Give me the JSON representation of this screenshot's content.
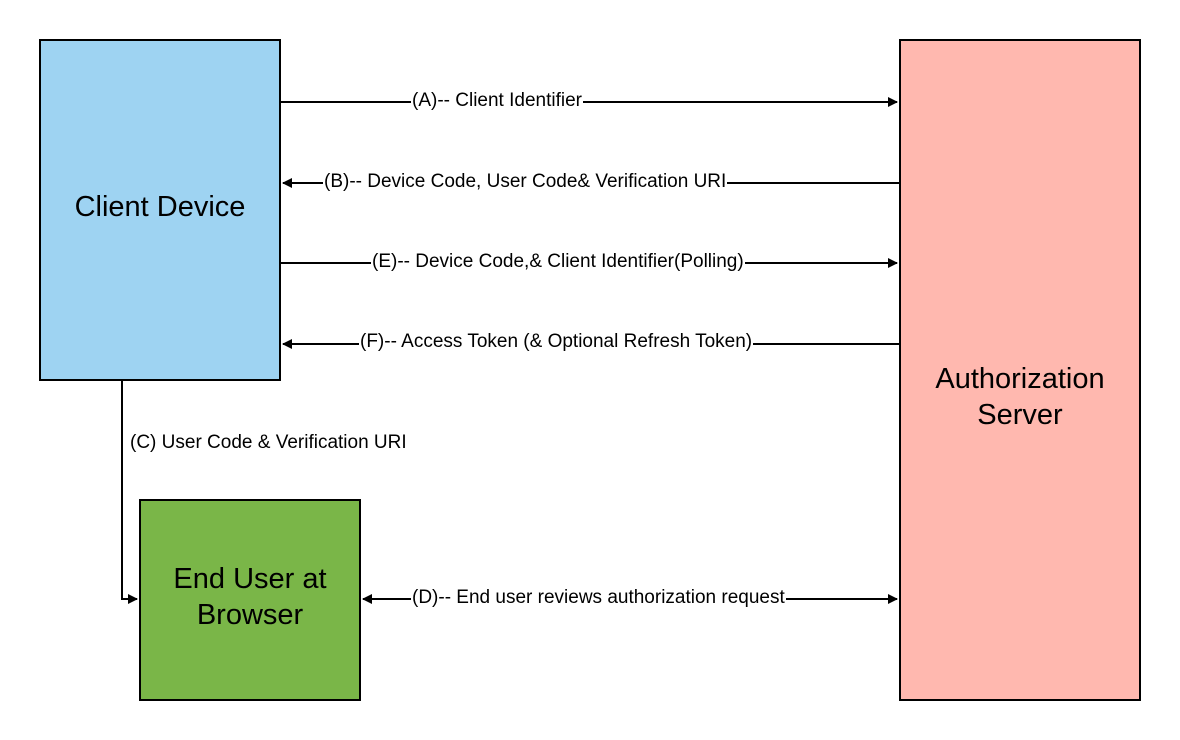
{
  "nodes": {
    "client_device": {
      "label": "Client Device",
      "fill": "#9ED3F2"
    },
    "end_user": {
      "label": "End User at\nBrowser",
      "fill": "#7AB648"
    },
    "authorization_server": {
      "label": "Authorization\nServer",
      "fill": "#FFB8AF"
    }
  },
  "edges": {
    "a": {
      "label": "(A)-- Client Identifier"
    },
    "b": {
      "label": "(B)-- Device Code, User Code& Verification URI"
    },
    "e": {
      "label": "(E)-- Device Code,& Client Identifier(Polling)"
    },
    "f": {
      "label": "(F)-- Access Token (& Optional Refresh Token)"
    },
    "c": {
      "label": "(C) User Code & Verification URI"
    },
    "d": {
      "label": "(D)-- End user reviews authorization request"
    }
  },
  "colors": {
    "stroke": "#000000",
    "background": "#FFFFFF"
  }
}
